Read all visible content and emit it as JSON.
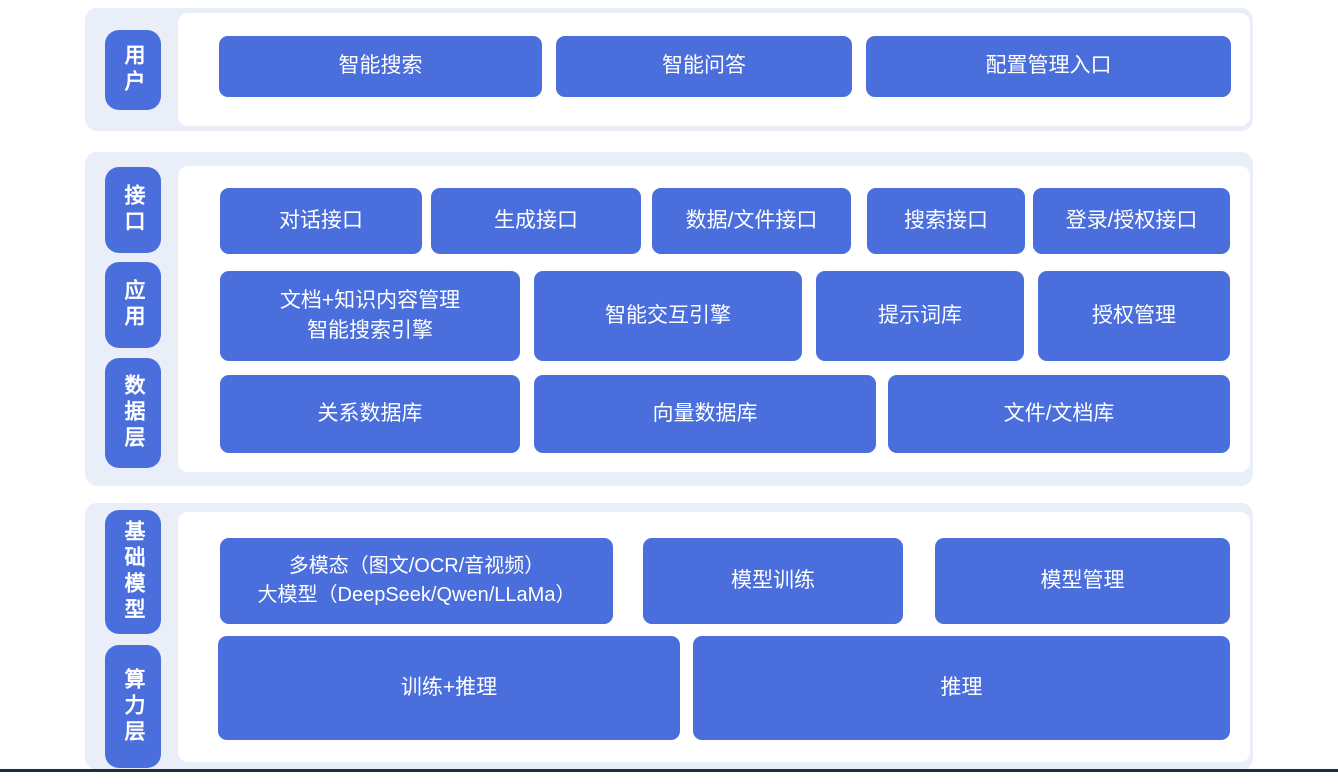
{
  "colors": {
    "band_background": "#e9eef8",
    "panel_background": "#ffffff",
    "box_blue": "#4a6edc",
    "box_text": "#ffffff",
    "bottom_rule": "#1f2d3d"
  },
  "layers": {
    "user": {
      "label": "用户",
      "boxes": [
        "智能搜索",
        "智能问答",
        "配置管理入口"
      ]
    },
    "interface": {
      "label": "接口",
      "boxes": [
        "对话接口",
        "生成接口",
        "数据/文件接口",
        "搜索接口",
        "登录/授权接口"
      ]
    },
    "application": {
      "label": "应用",
      "boxes": [
        "文档+知识内容管理\n智能搜索引擎",
        "智能交互引擎",
        "提示词库",
        "授权管理"
      ]
    },
    "data_layer": {
      "label": "数据层",
      "boxes": [
        "关系数据库",
        "向量数据库",
        "文件/文档库"
      ]
    },
    "foundation_model": {
      "label": "基础模型",
      "boxes": [
        "多模态（图文/OCR/音视频）\n大模型（DeepSeek/Qwen/LLaMa）",
        "模型训练",
        "模型管理"
      ]
    },
    "compute": {
      "label": "算力层",
      "boxes": [
        "训练+推理",
        "推理"
      ]
    }
  }
}
